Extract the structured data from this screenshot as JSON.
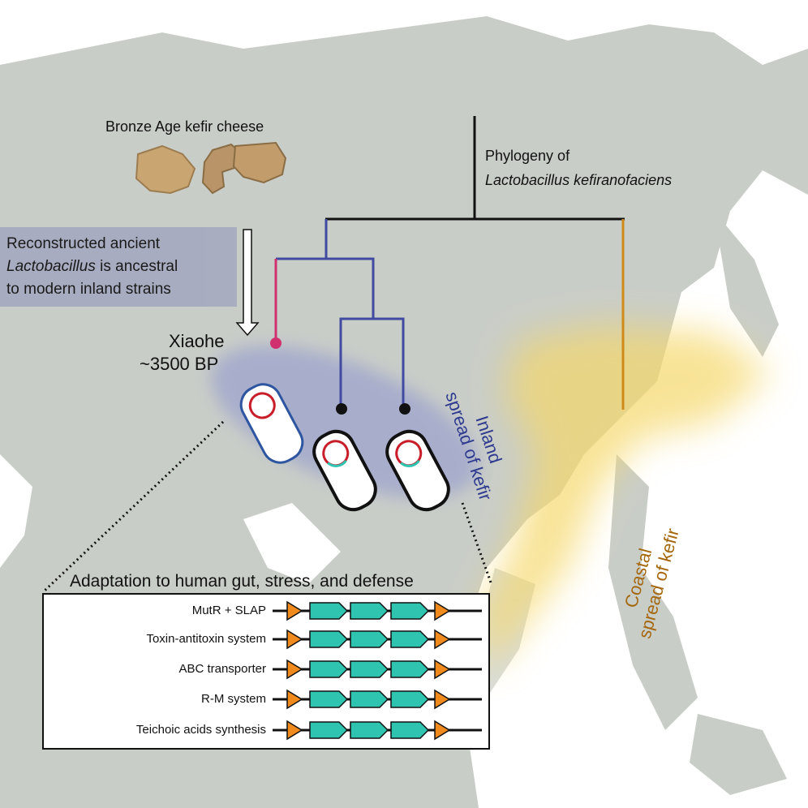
{
  "cheese_label": "Bronze Age kefir cheese",
  "phylogeny": {
    "line1": "Phylogeny of",
    "line2": "Lactobacillus kefiranofaciens"
  },
  "reconstructed": {
    "line1": "Reconstructed ancient",
    "line2_italic": "Lactobacillus",
    "line2_rest": " is ancestral",
    "line3": "to modern inland strains"
  },
  "site": {
    "name": "Xiaohe",
    "date": "~3500 BP"
  },
  "inland": {
    "line1": "Inland",
    "line2": "spread of kefir"
  },
  "coastal": {
    "line1": "Coastal",
    "line2": "spread of kefir"
  },
  "adaptation": {
    "title": "Adaptation to human gut, stress, and defense",
    "rows": [
      "MutR + SLAP",
      "Toxin-antitoxin system",
      "ABC transporter",
      "R-M system",
      "Teichoic acids synthesis"
    ]
  },
  "colors": {
    "land": "#c9cdc8",
    "inland": "#2e3a8f",
    "coastal": "#a5670d",
    "ancient": "#d0306e",
    "gene": "#2ec4b0",
    "mobile": "#f08a1c",
    "orange_branch": "#d08a1a"
  }
}
